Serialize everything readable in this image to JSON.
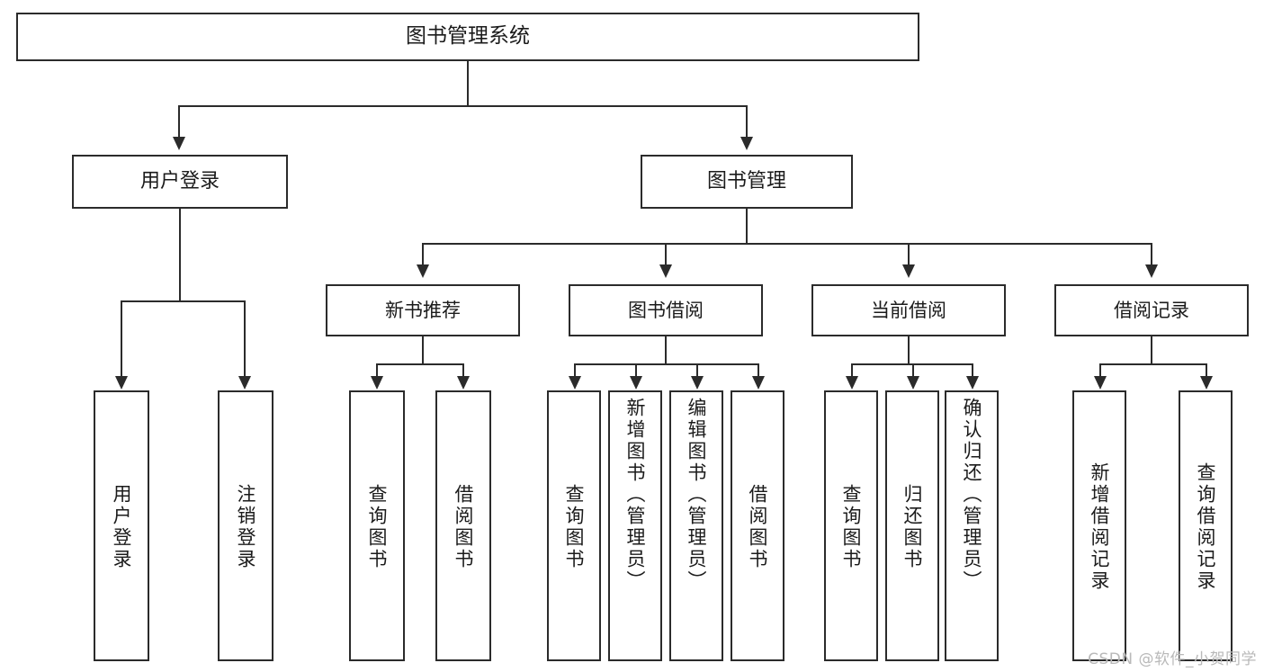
{
  "diagram": {
    "title": "图书管理系统",
    "type": "tree",
    "watermark": "CSDN @软件_小贺同学",
    "colors": {
      "stroke": "#2b2b2b",
      "fill": "#ffffff",
      "text": "#1b1b1b",
      "watermark": "#b9b9b9"
    },
    "root": {
      "label": "图书管理系统"
    },
    "level2": [
      {
        "id": "user-login",
        "label": "用户登录"
      },
      {
        "id": "book-manage",
        "label": "图书管理"
      }
    ],
    "level3": [
      {
        "id": "new-book-rec",
        "label": "新书推荐",
        "parent": "book-manage"
      },
      {
        "id": "book-borrow",
        "label": "图书借阅",
        "parent": "book-manage"
      },
      {
        "id": "current-borrow",
        "label": "当前借阅",
        "parent": "book-manage"
      },
      {
        "id": "borrow-record",
        "label": "借阅记录",
        "parent": "book-manage"
      }
    ],
    "leaves": {
      "user-login": [
        {
          "id": "leaf-user-login",
          "label": "用户登录"
        },
        {
          "id": "leaf-user-logout",
          "label": "注销登录"
        }
      ],
      "new-book-rec": [
        {
          "id": "leaf-query-book-1",
          "label": "查询图书"
        },
        {
          "id": "leaf-borrow-book-1",
          "label": "借阅图书"
        }
      ],
      "book-borrow": [
        {
          "id": "leaf-query-book-2",
          "label": "查询图书"
        },
        {
          "id": "leaf-add-book",
          "label": "新增图书（管理员）"
        },
        {
          "id": "leaf-edit-book",
          "label": "编辑图书（管理员）"
        },
        {
          "id": "leaf-borrow-book-2",
          "label": "借阅图书"
        }
      ],
      "current-borrow": [
        {
          "id": "leaf-query-book-3",
          "label": "查询图书"
        },
        {
          "id": "leaf-return-book",
          "label": "归还图书"
        },
        {
          "id": "leaf-confirm-return",
          "label": "确认归还（管理员）"
        }
      ],
      "borrow-record": [
        {
          "id": "leaf-add-record",
          "label": "新增借阅记录"
        },
        {
          "id": "leaf-query-record",
          "label": "查询借阅记录"
        }
      ]
    }
  }
}
